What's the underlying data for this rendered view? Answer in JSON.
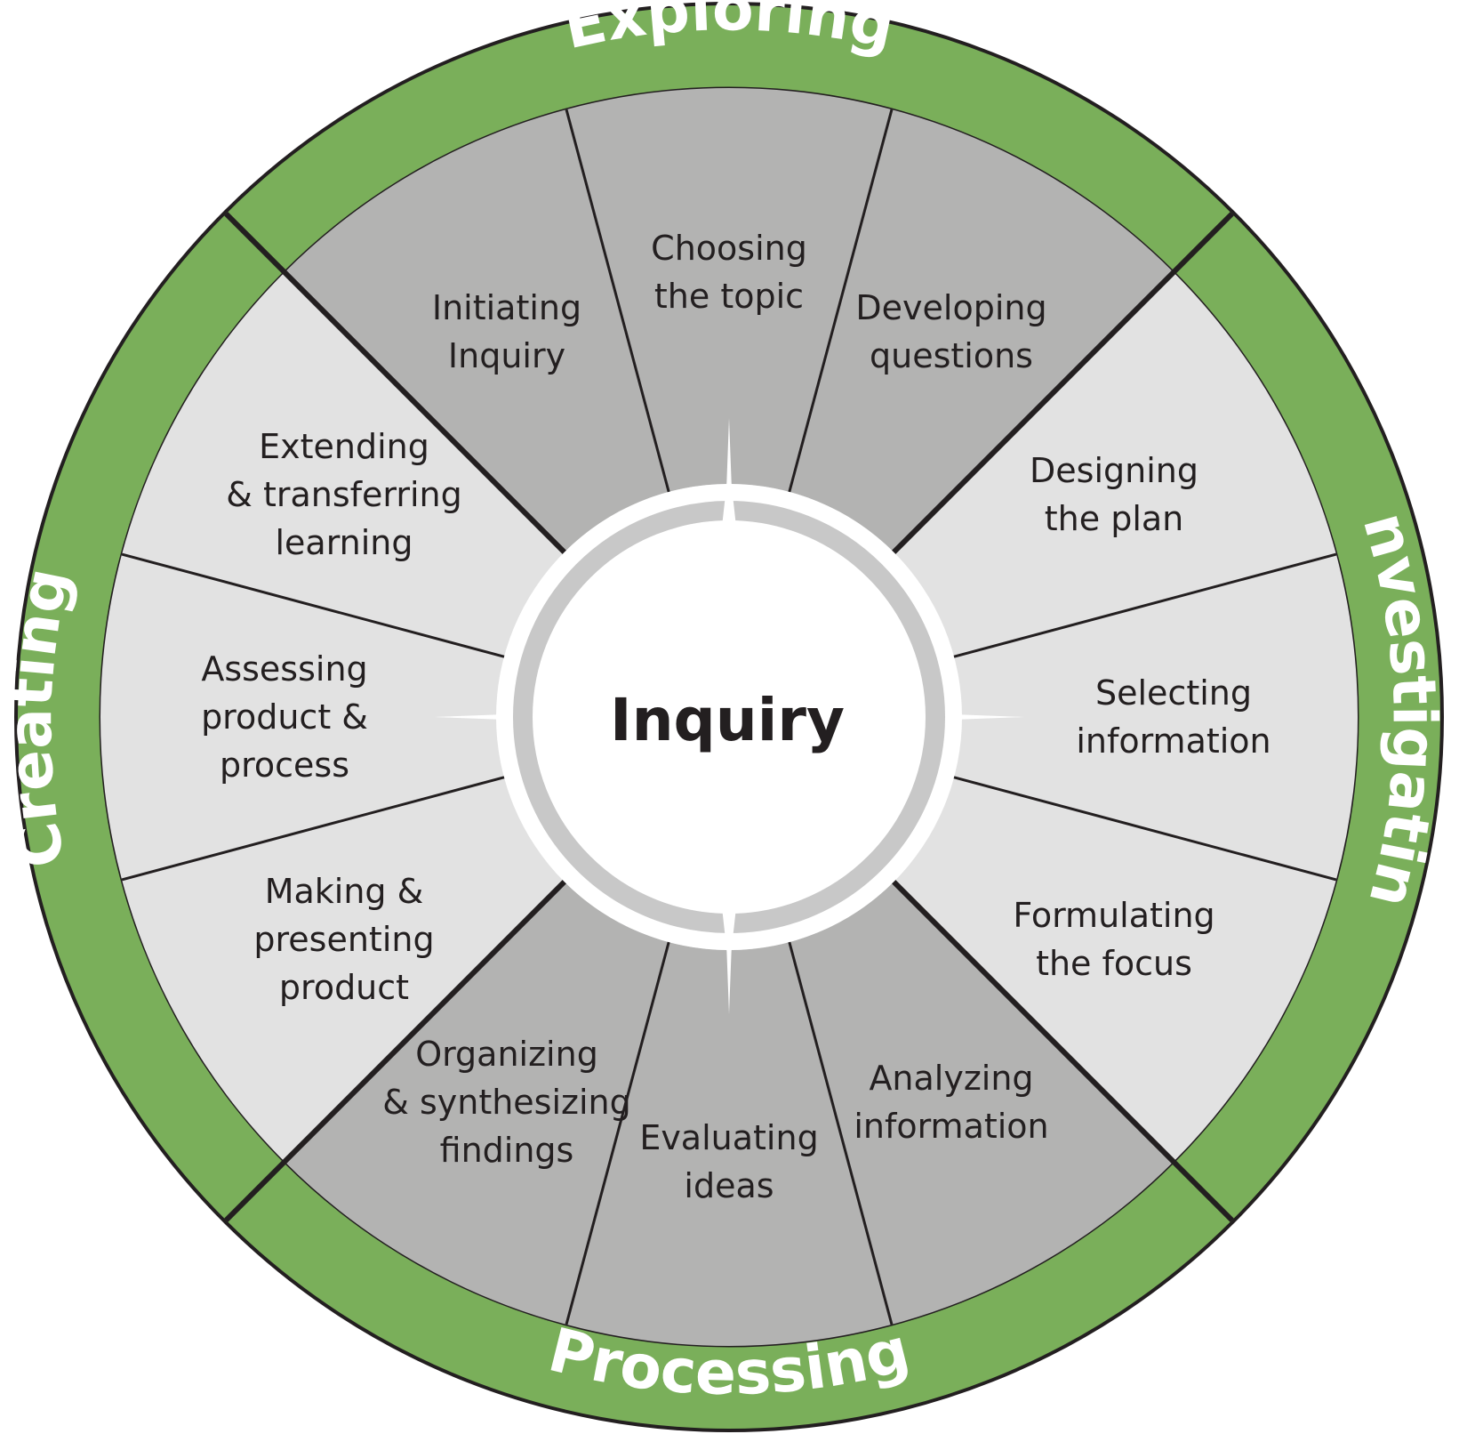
{
  "center": {
    "label": "Inquiry"
  },
  "colors": {
    "ring_green": "#7aaf5a",
    "dark_segment": "#b3b3b2",
    "light_segment": "#e2e2e2",
    "line": "#231f20",
    "text": "#231f20",
    "phase_text": "#ffffff"
  },
  "phases": [
    {
      "id": "exploring",
      "label": "Exploring"
    },
    {
      "id": "investigating",
      "label": "Investigating"
    },
    {
      "id": "processing",
      "label": "Processing"
    },
    {
      "id": "creating",
      "label": "Creating"
    }
  ],
  "segments": [
    {
      "id": "choosing-the-topic",
      "phase": "exploring",
      "tone": "dark",
      "lines": [
        "Choosing",
        "the topic"
      ]
    },
    {
      "id": "developing-questions",
      "phase": "exploring",
      "tone": "dark",
      "lines": [
        "Developing",
        "questions"
      ]
    },
    {
      "id": "designing-the-plan",
      "phase": "investigating",
      "tone": "light",
      "lines": [
        "Designing",
        "the plan"
      ]
    },
    {
      "id": "selecting-information",
      "phase": "investigating",
      "tone": "light",
      "lines": [
        "Selecting",
        "information"
      ]
    },
    {
      "id": "formulating-the-focus",
      "phase": "investigating",
      "tone": "light",
      "lines": [
        "Formulating",
        "the focus"
      ]
    },
    {
      "id": "analyzing-information",
      "phase": "processing",
      "tone": "dark",
      "lines": [
        "Analyzing",
        "information"
      ]
    },
    {
      "id": "evaluating-ideas",
      "phase": "processing",
      "tone": "dark",
      "lines": [
        "Evaluating",
        "ideas"
      ]
    },
    {
      "id": "organizing-synthesizing",
      "phase": "processing",
      "tone": "dark",
      "lines": [
        "Organizing",
        "& synthesizing",
        "findings"
      ]
    },
    {
      "id": "making-presenting",
      "phase": "creating",
      "tone": "light",
      "lines": [
        "Making &",
        "presenting",
        "product"
      ]
    },
    {
      "id": "assessing-product",
      "phase": "creating",
      "tone": "light",
      "lines": [
        "Assessing",
        "product &",
        "process"
      ]
    },
    {
      "id": "extending-transferring",
      "phase": "creating",
      "tone": "light",
      "lines": [
        "Extending",
        "& transferring",
        "learning"
      ]
    },
    {
      "id": "initiating-inquiry",
      "phase": "exploring",
      "tone": "dark",
      "lines": [
        "Initiating",
        "Inquiry"
      ]
    }
  ]
}
